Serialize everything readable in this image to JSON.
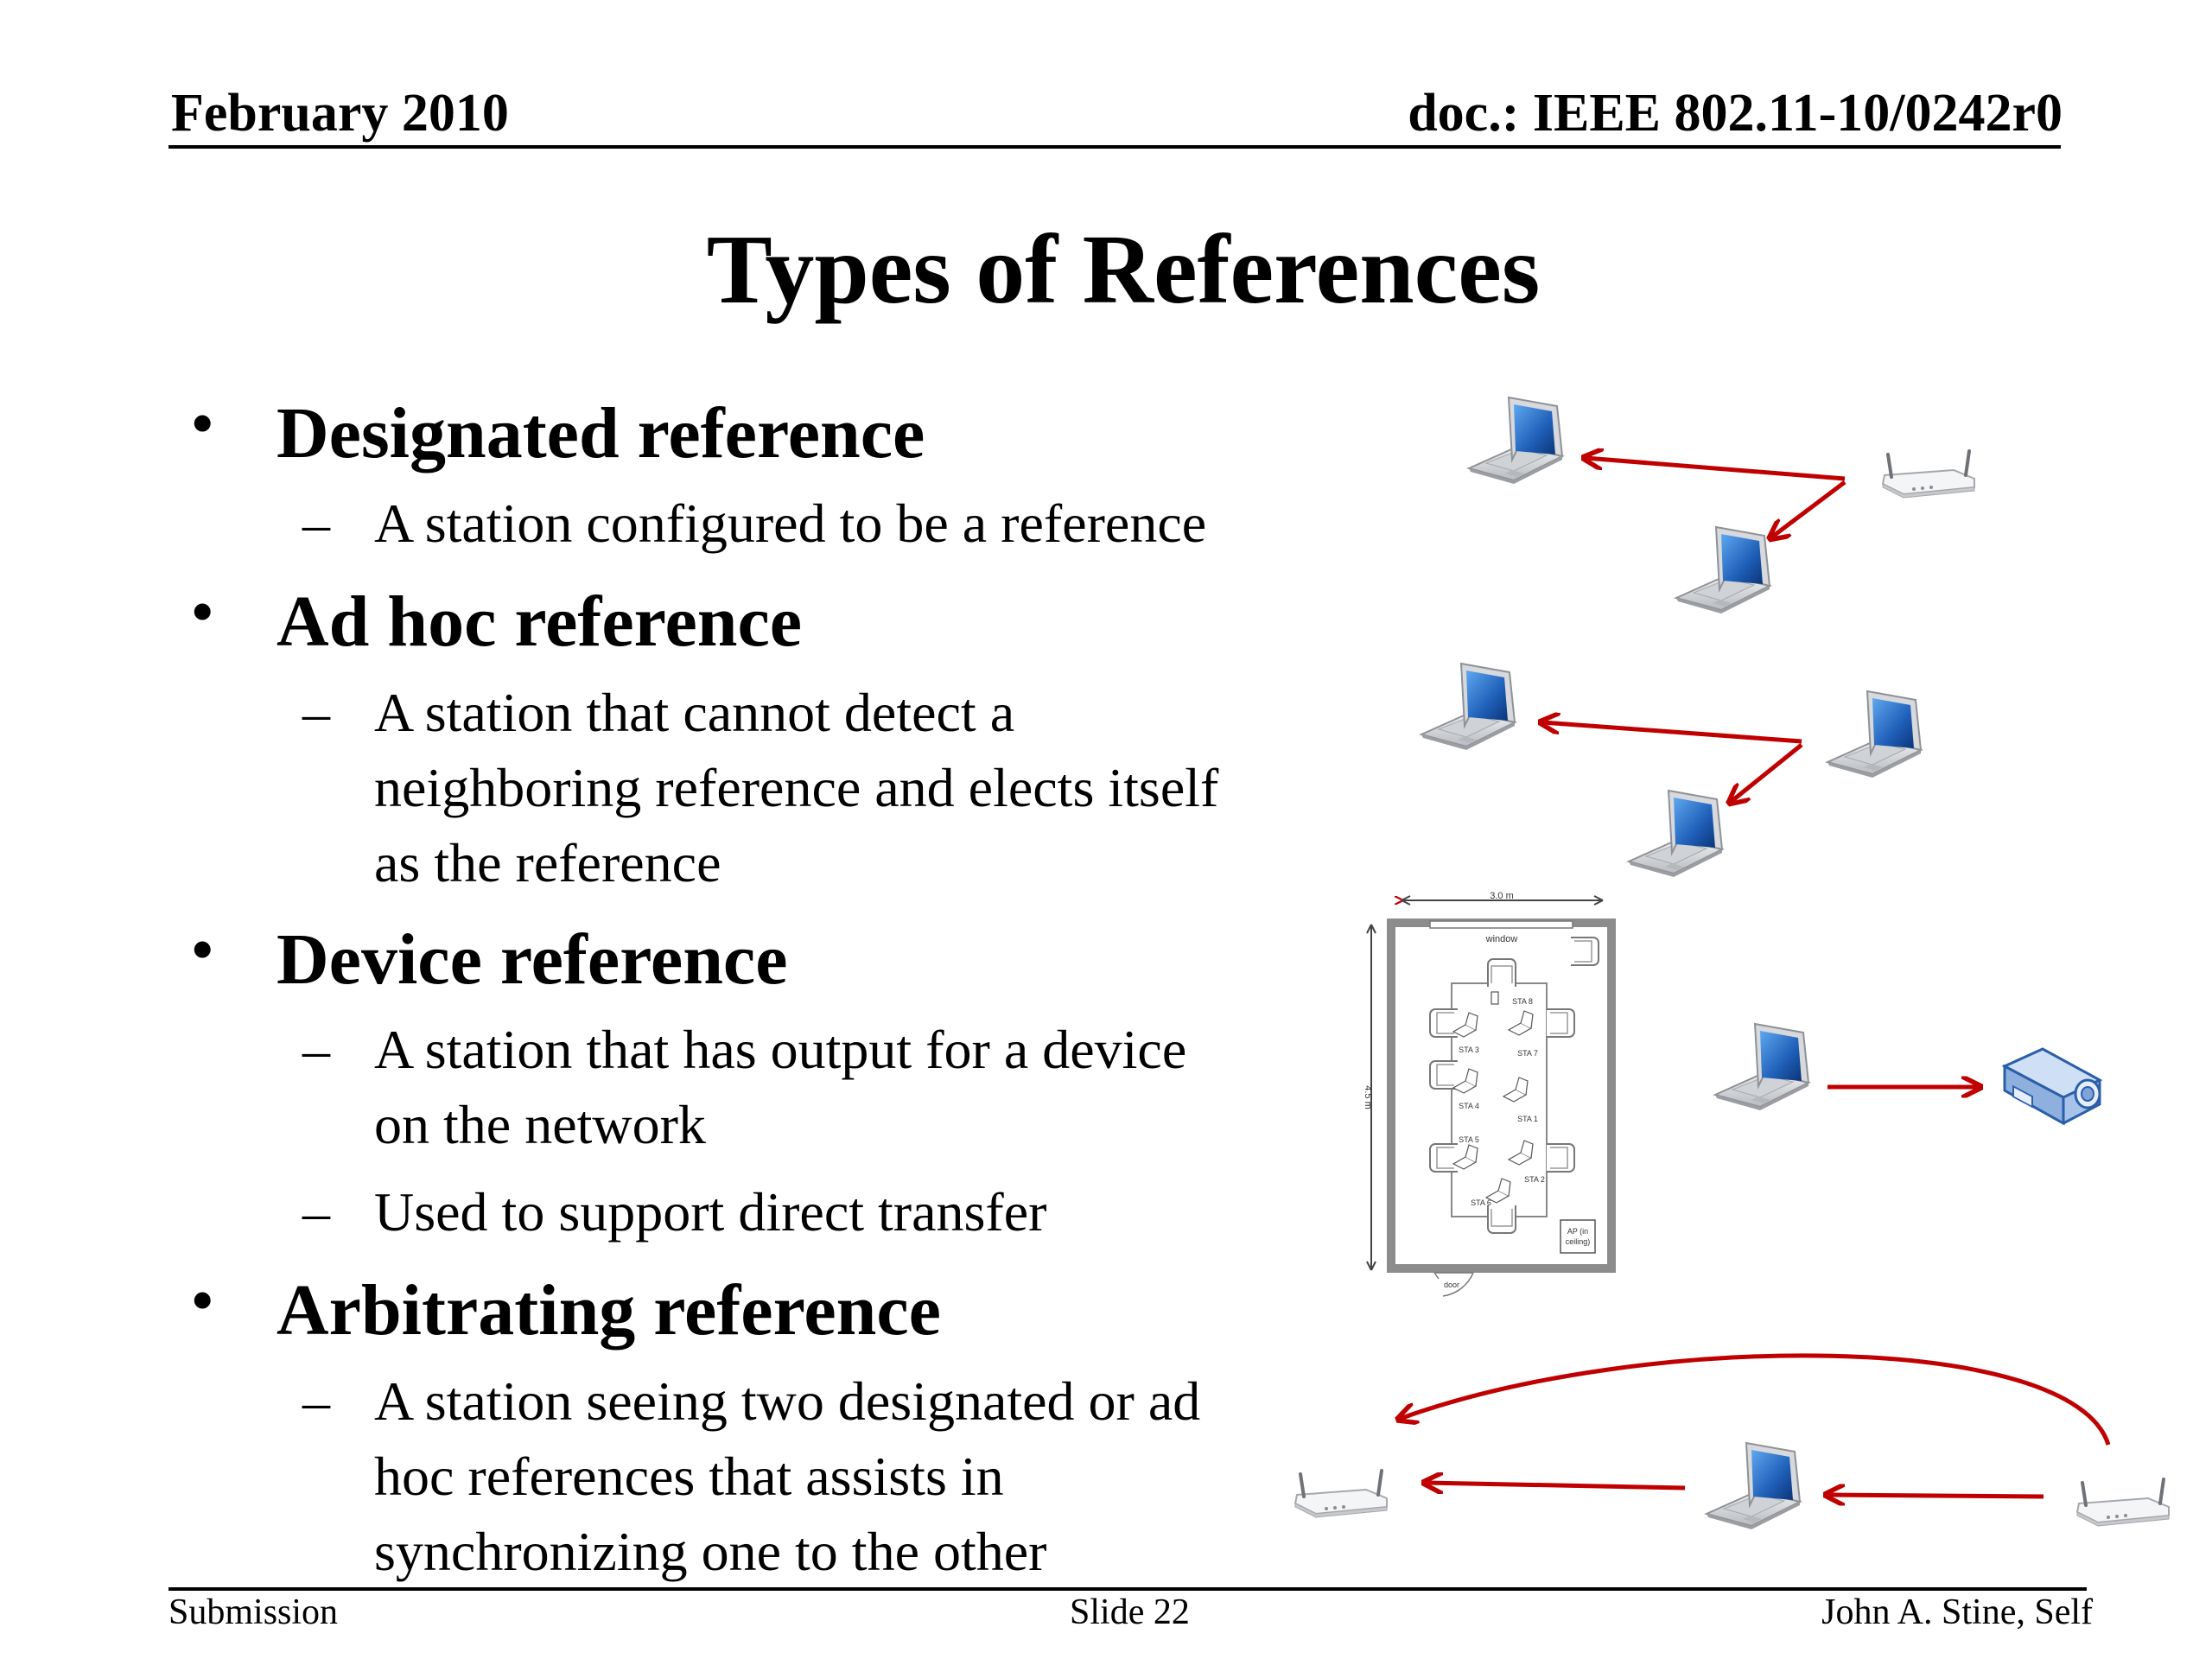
{
  "header": {
    "date": "February 2010",
    "doc_id": "doc.: IEEE 802.11-10/0242r0"
  },
  "title": "Types of References",
  "bullets": [
    {
      "heading": "Designated reference",
      "subs": [
        {
          "lines": [
            "A station configured to be a reference"
          ]
        }
      ]
    },
    {
      "heading": "Ad hoc reference",
      "subs": [
        {
          "lines": [
            "A station that cannot detect a",
            "neighboring reference and elects itself",
            "as the reference"
          ]
        }
      ]
    },
    {
      "heading": "Device reference",
      "subs": [
        {
          "lines": [
            "A station that has output for a device",
            "on the network"
          ]
        },
        {
          "lines": [
            "Used to support direct transfer"
          ]
        }
      ]
    },
    {
      "heading": "Arbitrating reference",
      "subs": [
        {
          "lines": [
            "A station seeing two designated or ad",
            "hoc references that assists in",
            "synchronizing one to the other"
          ]
        }
      ]
    }
  ],
  "floorplan": {
    "width_label": "3.0 m",
    "height_label": "4.5 m",
    "window_label": "window",
    "door_label": "door",
    "ap_label_1": "AP (in",
    "ap_label_2": "ceiling)",
    "stations": [
      "STA 8",
      "STA 3",
      "STA 7",
      "STA 4",
      "STA 1",
      "STA 5",
      "STA 2",
      "STA 6"
    ]
  },
  "footer": {
    "left": "Submission",
    "center": "Slide 22",
    "right": "John A. Stine, Self"
  },
  "colors": {
    "arrow": "#c00000",
    "screen": "#1f5fb8",
    "laptop_body": "#d4d6d8",
    "projector": "#a7c3ea"
  }
}
